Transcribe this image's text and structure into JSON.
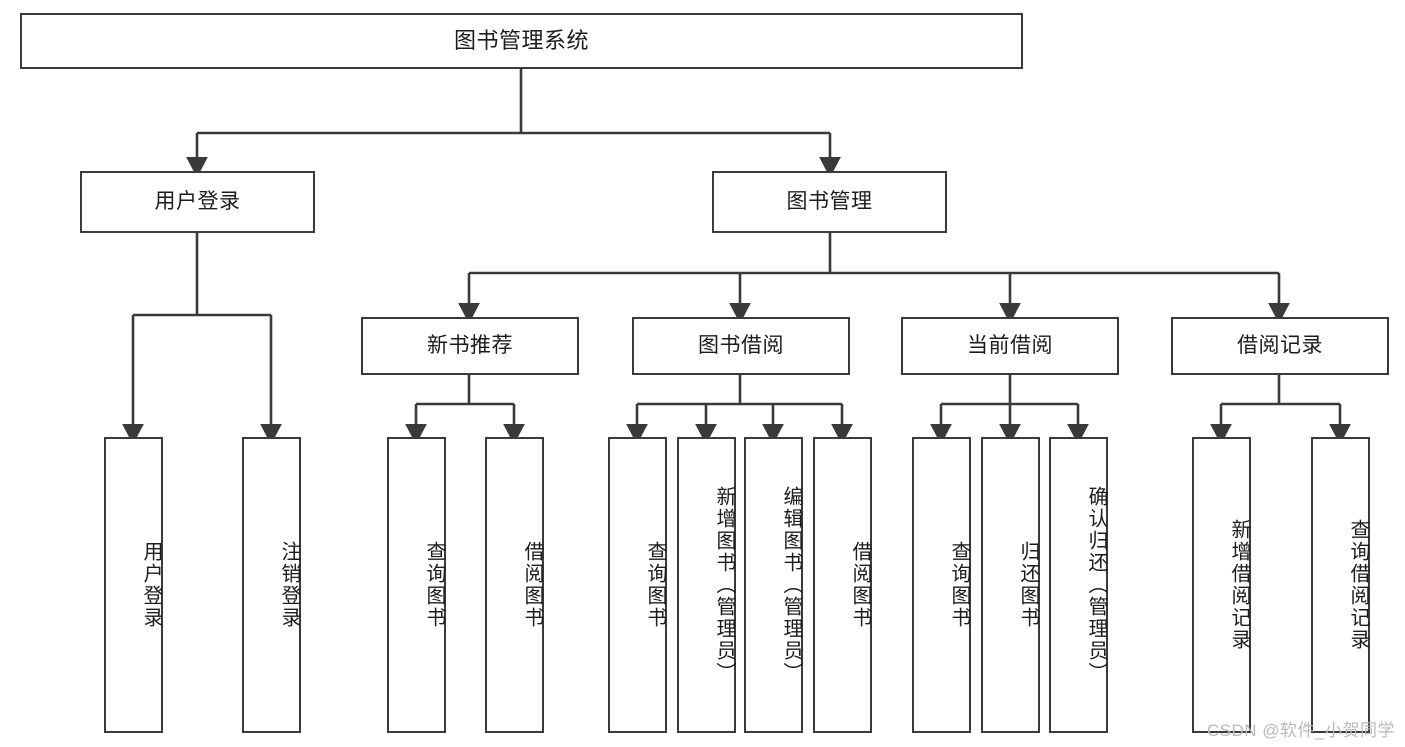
{
  "diagram": {
    "title": "图书管理系统",
    "type": "tree",
    "colors": {
      "stroke": "#3a3a3a",
      "fill": "#ffffff",
      "text": "#1c1c1c",
      "watermark": "#b9b9b9"
    },
    "levels": {
      "level1": [
        {
          "id": "root",
          "label": "图书管理系统",
          "orientation": "horizontal"
        }
      ],
      "level2": [
        {
          "id": "user-login",
          "label": "用户登录",
          "orientation": "horizontal"
        },
        {
          "id": "book-manage",
          "label": "图书管理",
          "orientation": "horizontal"
        }
      ],
      "level3": [
        {
          "id": "new-book-rec",
          "label": "新书推荐",
          "orientation": "horizontal",
          "parent": "book-manage"
        },
        {
          "id": "book-borrow",
          "label": "图书借阅",
          "orientation": "horizontal",
          "parent": "book-manage"
        },
        {
          "id": "current-borrow",
          "label": "当前借阅",
          "orientation": "horizontal",
          "parent": "book-manage"
        },
        {
          "id": "borrow-record",
          "label": "借阅记录",
          "orientation": "horizontal",
          "parent": "book-manage"
        }
      ],
      "level4": [
        {
          "id": "leaf-user-login",
          "label": "用户登录",
          "orientation": "vertical",
          "parent": "user-login"
        },
        {
          "id": "leaf-user-logout",
          "label": "注销登录",
          "orientation": "vertical",
          "parent": "user-login"
        },
        {
          "id": "leaf-query-book-1",
          "label": "查询图书",
          "orientation": "vertical",
          "parent": "new-book-rec"
        },
        {
          "id": "leaf-borrow-book-1",
          "label": "借阅图书",
          "orientation": "vertical",
          "parent": "new-book-rec"
        },
        {
          "id": "leaf-query-book-2",
          "label": "查询图书",
          "orientation": "vertical",
          "parent": "book-borrow"
        },
        {
          "id": "leaf-add-book",
          "label": "新增图书（管理员）",
          "orientation": "vertical",
          "parent": "book-borrow"
        },
        {
          "id": "leaf-edit-book",
          "label": "编辑图书（管理员）",
          "orientation": "vertical",
          "parent": "book-borrow"
        },
        {
          "id": "leaf-borrow-book-2",
          "label": "借阅图书",
          "orientation": "vertical",
          "parent": "book-borrow"
        },
        {
          "id": "leaf-query-book-3",
          "label": "查询图书",
          "orientation": "vertical",
          "parent": "current-borrow"
        },
        {
          "id": "leaf-return-book",
          "label": "归还图书",
          "orientation": "vertical",
          "parent": "current-borrow"
        },
        {
          "id": "leaf-confirm-return",
          "label": "确认归还（管理员）",
          "orientation": "vertical",
          "parent": "current-borrow"
        },
        {
          "id": "leaf-add-record",
          "label": "新增借阅记录",
          "orientation": "vertical",
          "parent": "borrow-record"
        },
        {
          "id": "leaf-query-record",
          "label": "查询借阅记录",
          "orientation": "vertical",
          "parent": "borrow-record"
        }
      ]
    }
  },
  "watermark": {
    "text": "CSDN @软件_小贺同学"
  }
}
